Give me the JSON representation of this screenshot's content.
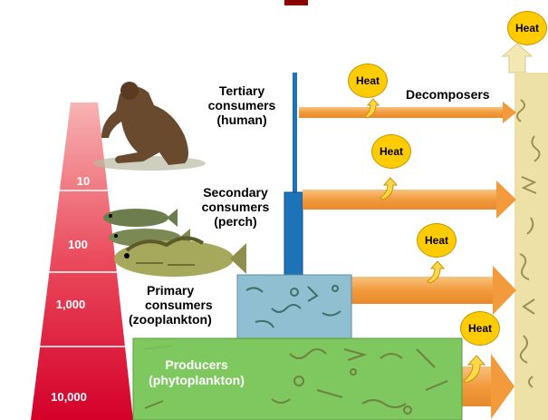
{
  "pyramid": {
    "levels": [
      "10",
      "100",
      "1,000",
      "10,000"
    ],
    "colors": {
      "top": "#f6a7a7",
      "bottom": "#d8002a"
    }
  },
  "trophic": {
    "tertiary": [
      "Tertiary",
      "consumers",
      "(human)"
    ],
    "secondary": [
      "Secondary",
      "consumers",
      "(perch)"
    ],
    "primary": [
      "Primary",
      "consumers",
      "(zooplankton)"
    ],
    "producers": [
      "Producers",
      "(phytoplankton)"
    ]
  },
  "decomposers_label": "Decomposers",
  "heat_label": "Heat",
  "colors": {
    "arrow": "#f3a24c",
    "heat_bubble": "#ffcc00",
    "producer_box": "#7fc75f",
    "zooplankton_box": "#8fbfd0",
    "column": "#1d73b8",
    "decomposer_bar": "#ede1a8",
    "title_fragment": "#8b0000"
  },
  "icons": [
    "human-figure-image",
    "perch-fish-image",
    "zooplankton-image",
    "phytoplankton-image",
    "heat-squiggle-icon"
  ]
}
